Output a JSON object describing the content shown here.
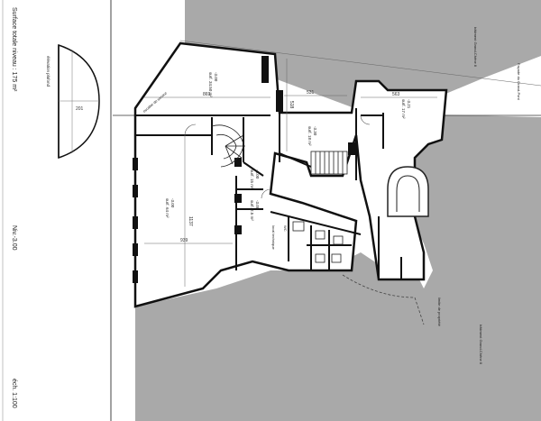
{
  "sidebar": {
    "surface_total": "Surface totale niveau : 175 m²",
    "level": "Niv.-3.00",
    "scale": "éch. 1:100"
  },
  "arch": {
    "label": "élévation plafond",
    "width": "201"
  },
  "streets": {
    "top_building": "bâtiment Grand-Chêne 8",
    "bottom_building": "bâtiment Grand-Chêne 8",
    "facade": "Façade du Grand-Pont",
    "limit": "limite de propriété"
  },
  "rooms": {
    "r1": {
      "level": "-3.00",
      "area": "surf. 34.50 m²",
      "dim_w": "869"
    },
    "r2": {
      "level": "-3.30",
      "area": "surf. 18 m²",
      "dim_w": "531",
      "dim_h": "518"
    },
    "r3": {
      "level": "-3.21",
      "area": "surf. 17 m²",
      "dim_w": "563"
    },
    "r4": {
      "level": "-3.00",
      "area": "surf. 64 m²",
      "dim_w": "939",
      "dim_h": "1137"
    },
    "r5": {
      "level": "-3.00",
      "area": "surf. 15 m²"
    },
    "r6": {
      "level": "-3.00",
      "area": "surf. 2.5 m²"
    },
    "wc": {
      "label": "WC"
    },
    "side": {
      "label": "escalier de service"
    },
    "tech": {
      "label": "local technique"
    }
  },
  "colors": {
    "hatch": "#a9a9a9",
    "wall": "#222222",
    "paper": "#ffffff"
  }
}
